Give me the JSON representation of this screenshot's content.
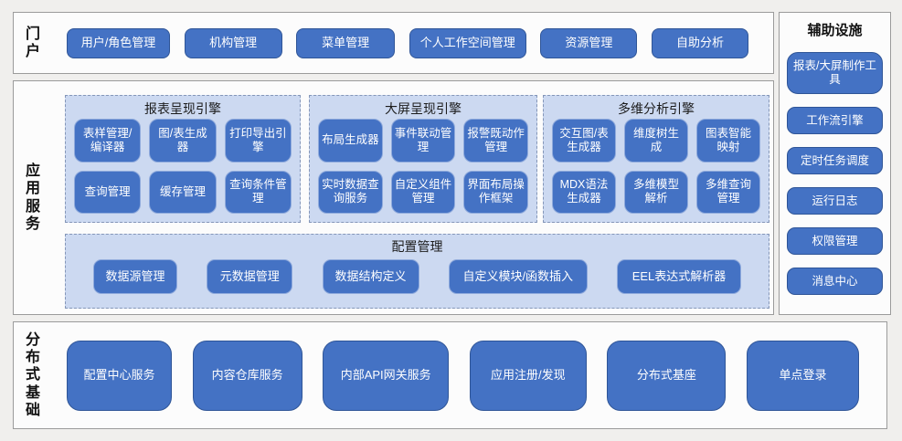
{
  "colors": {
    "button_blue": "#4472c4",
    "button_border_dark": "#2f5597",
    "button_border_light": "#8faadc",
    "panel_bg": "#ccd9f1",
    "panel_dash_border": "#8496b8",
    "section_border": "#9b9b9b",
    "page_bg": "#f0efed"
  },
  "portal": {
    "label": "门户",
    "buttons": [
      "用户/角色管理",
      "机构管理",
      "菜单管理",
      "个人工作空间管理",
      "资源管理",
      "自助分析"
    ]
  },
  "app_services": {
    "label": "应用服务",
    "panels": [
      {
        "title": "报表呈现引擎",
        "buttons": [
          "表样管理/编译器",
          "图/表生成器",
          "打印导出引擎",
          "查询管理",
          "缓存管理",
          "查询条件管理"
        ]
      },
      {
        "title": "大屏呈现引擎",
        "buttons": [
          "布局生成器",
          "事件联动管理",
          "报警既动作管理",
          "实时数据查询服务",
          "自定义组件管理",
          "界面布局操作框架"
        ]
      },
      {
        "title": "多维分析引擎",
        "buttons": [
          "交互图/表生成器",
          "维度树生成",
          "图表智能映射",
          "MDX语法生成器",
          "多维模型解析",
          "多维查询管理"
        ]
      }
    ],
    "config": {
      "title": "配置管理",
      "buttons": [
        "数据源管理",
        "元数据管理",
        "数据结构定义",
        "自定义模块/函数插入",
        "EEL表达式解析器"
      ]
    }
  },
  "auxiliary": {
    "title": "辅助设施",
    "buttons": [
      "报表/大屏制作工具",
      "工作流引擎",
      "定时任务调度",
      "运行日志",
      "权限管理",
      "消息中心"
    ]
  },
  "distributed": {
    "label": "分布式基础",
    "buttons": [
      "配置中心服务",
      "内容仓库服务",
      "内部API网关服务",
      "应用注册/发现",
      "分布式基座",
      "单点登录"
    ]
  }
}
